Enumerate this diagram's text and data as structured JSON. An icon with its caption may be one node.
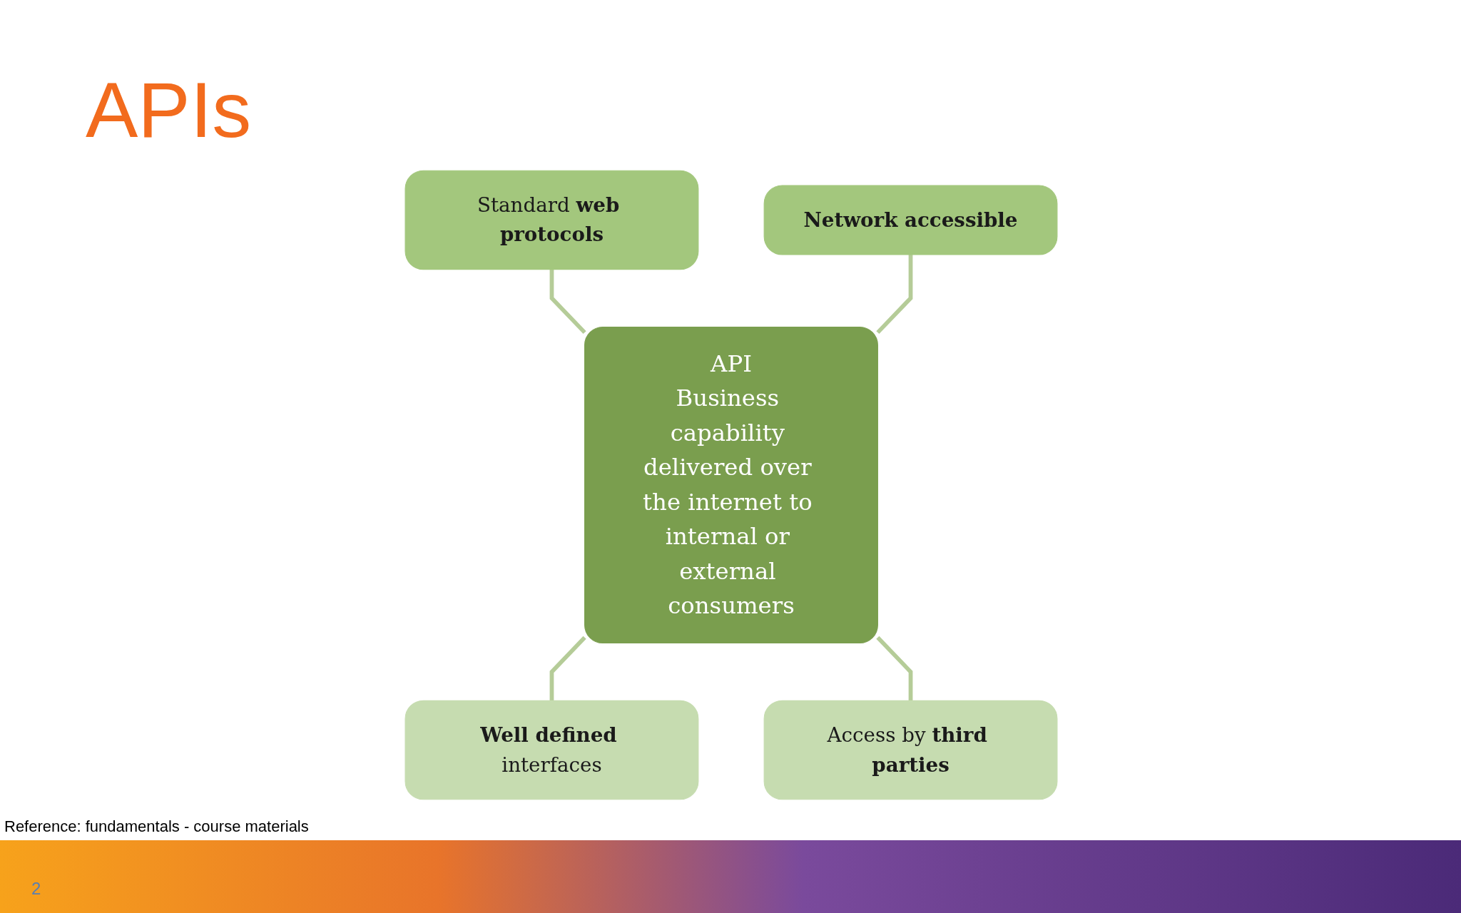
{
  "diagram": {
    "title": "APIs",
    "nodes": [
      {
        "text": [
          "Standard **web protocols**"
        ]
      },
      {
        "text": [
          "**Network accessible**"
        ]
      },
      {
        "text": [
          "API",
          "Business capability delivered over the internet to internal or external consumers"
        ]
      },
      {
        "text": [
          "**Well defined** interfaces"
        ]
      },
      {
        "text": [
          "Access by **third parties**"
        ]
      }
    ],
    "edges": [
      {
        "from": 0,
        "to": 2,
        "arrow": "none"
      },
      {
        "from": 1,
        "to": 2,
        "arrow": "none"
      },
      {
        "from": 2,
        "to": 3,
        "arrow": "none"
      },
      {
        "from": 2,
        "to": 4,
        "arrow": "none"
      }
    ],
    "labels": [
      "Reference: fundamentals - course materials",
      "2"
    ]
  }
}
